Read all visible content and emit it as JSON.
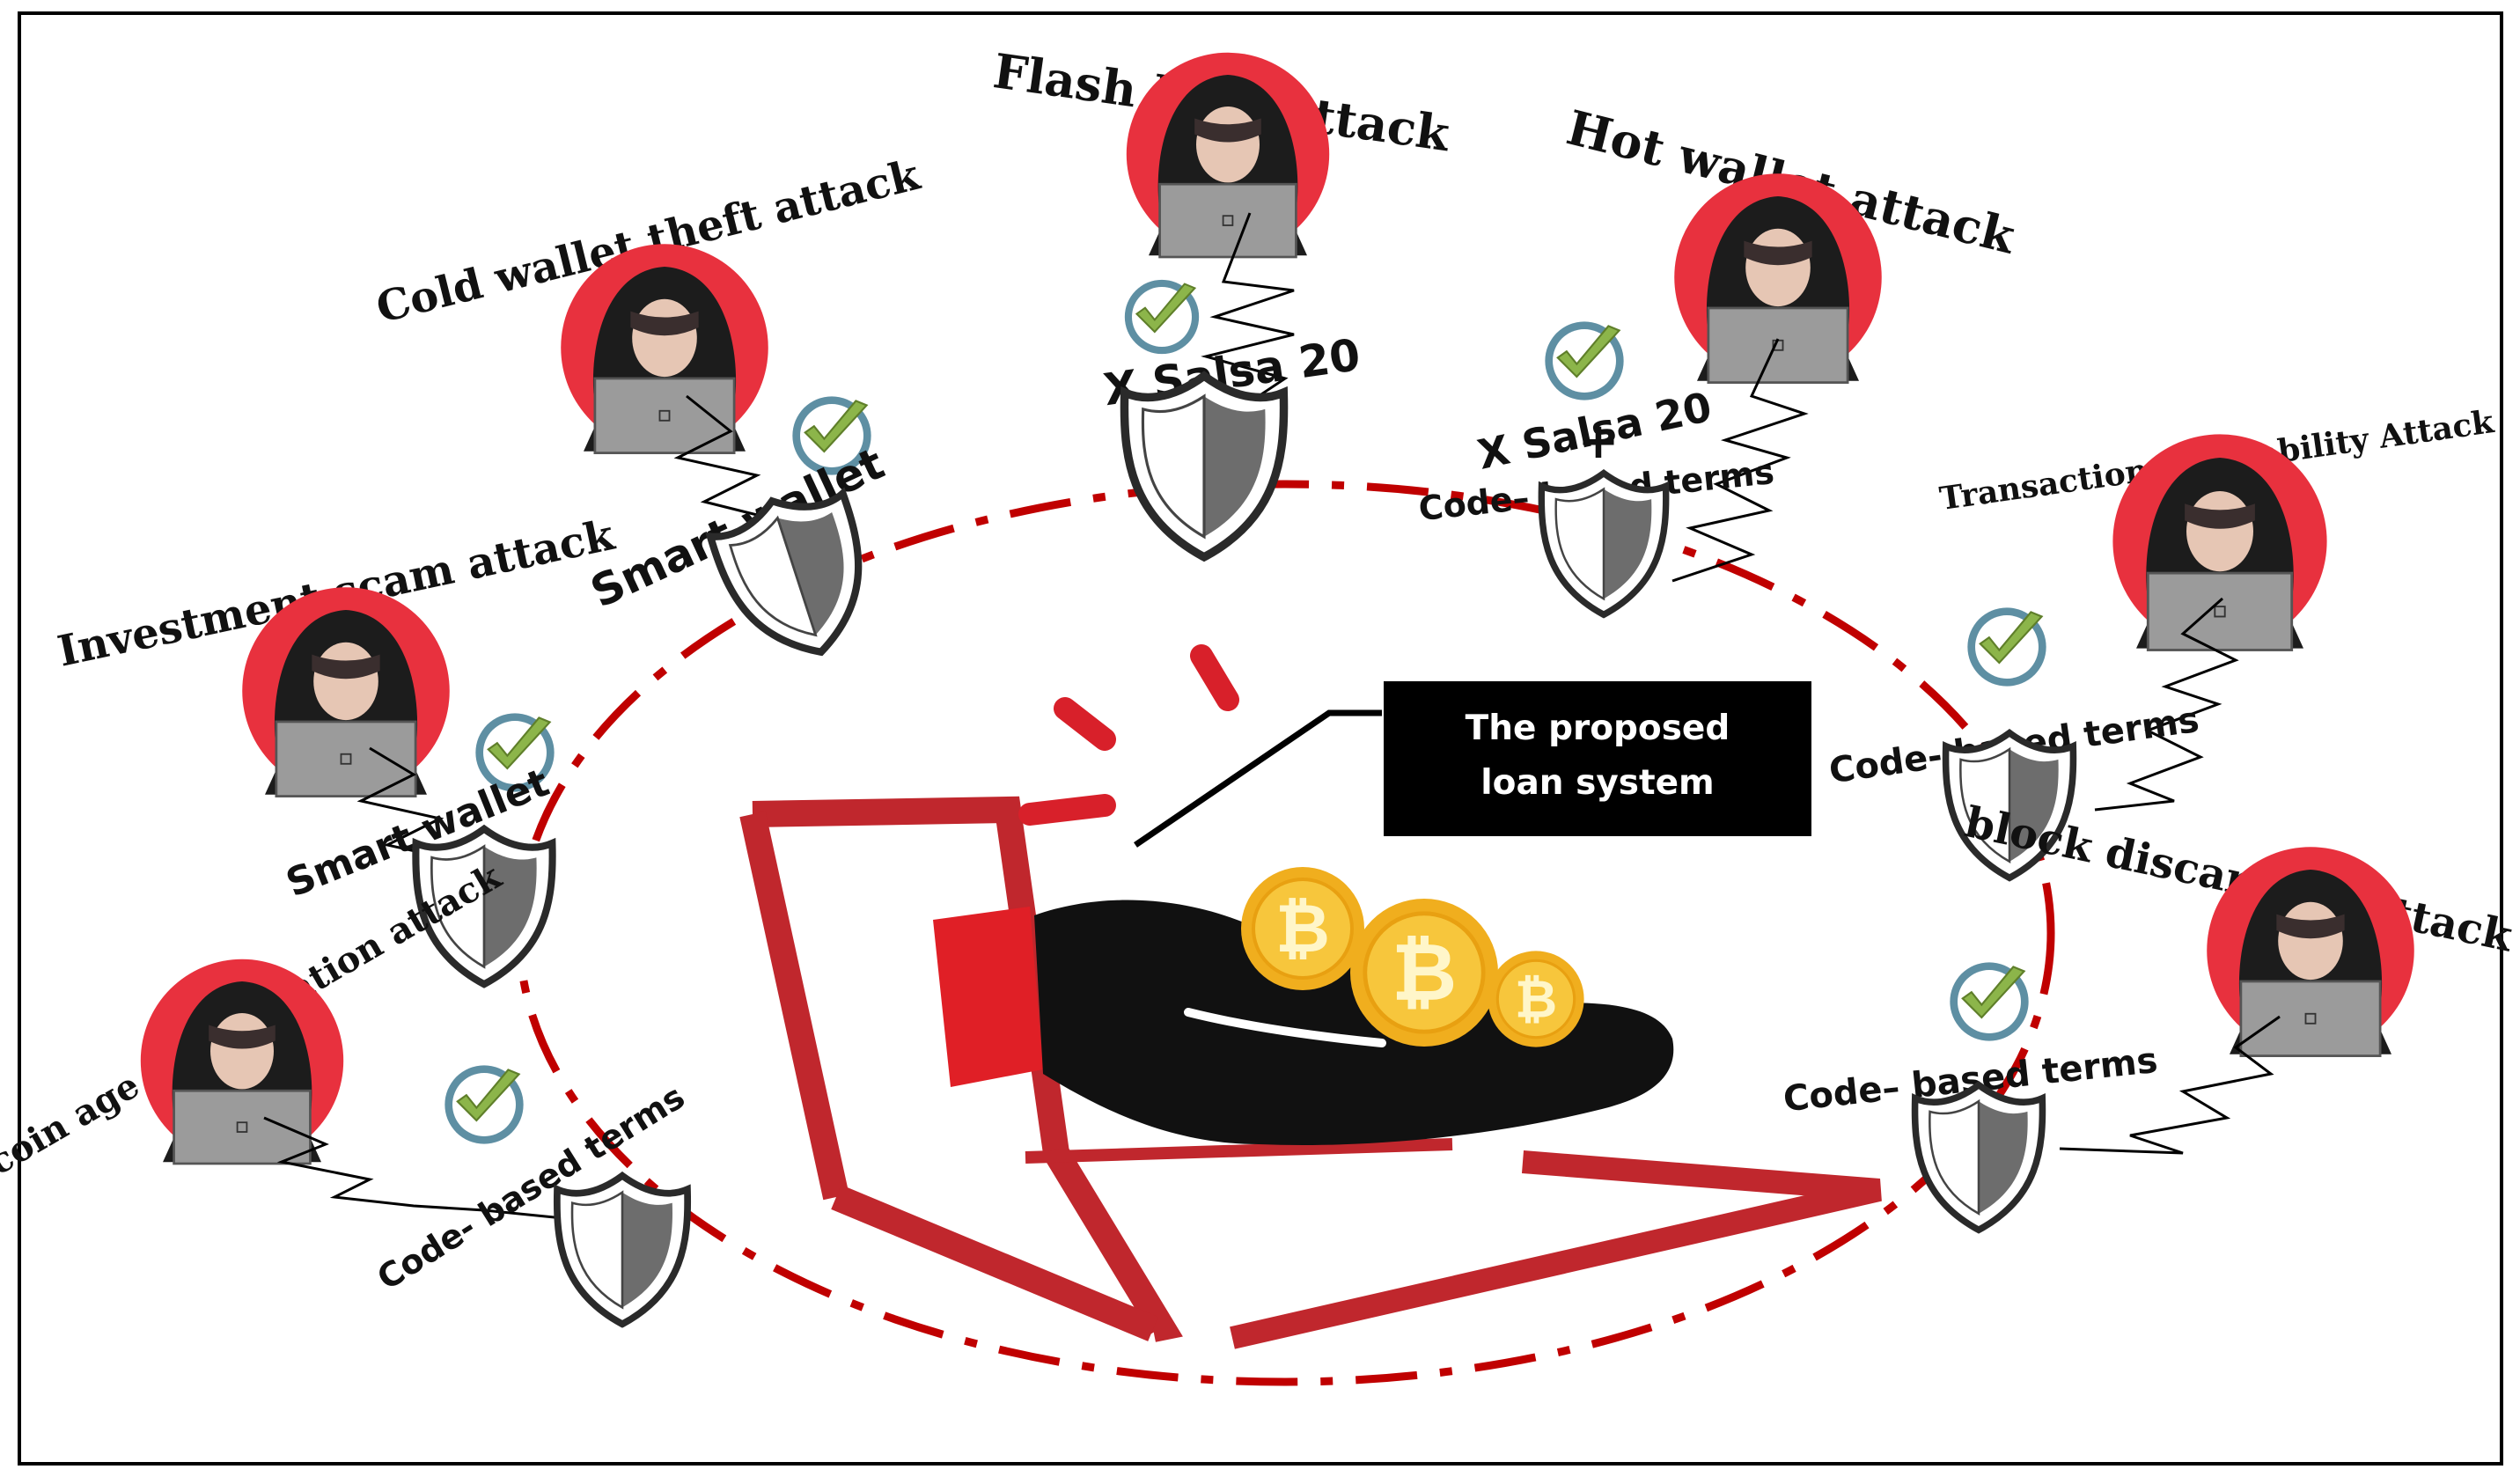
{
  "center": {
    "line1": "The proposed",
    "line2": "loan system",
    "coin_symbol": "₿"
  },
  "attacks": {
    "flash_loan": "Flash loan attack",
    "hot_wallet": "Hot wallet attack",
    "cold_wallet": "Cold wallet theft attack",
    "transaction_malleability": "Transaction Malleability Attack",
    "investment_scam": "Investment scam attack",
    "block_discarding": "block discarding attack",
    "coin_age": "coin age accumulation attack"
  },
  "defenses": {
    "xsalsa": "X Salsa 20",
    "plus": "+",
    "code_based": "Code– based terms",
    "code_based_alt": "Code- based terms",
    "smart_wallet": "Smart wallet"
  },
  "colors": {
    "accent_red": "#c00000",
    "hacker_red": "#e8313e",
    "check_green": "#8cb54a",
    "box_black": "#000000"
  }
}
